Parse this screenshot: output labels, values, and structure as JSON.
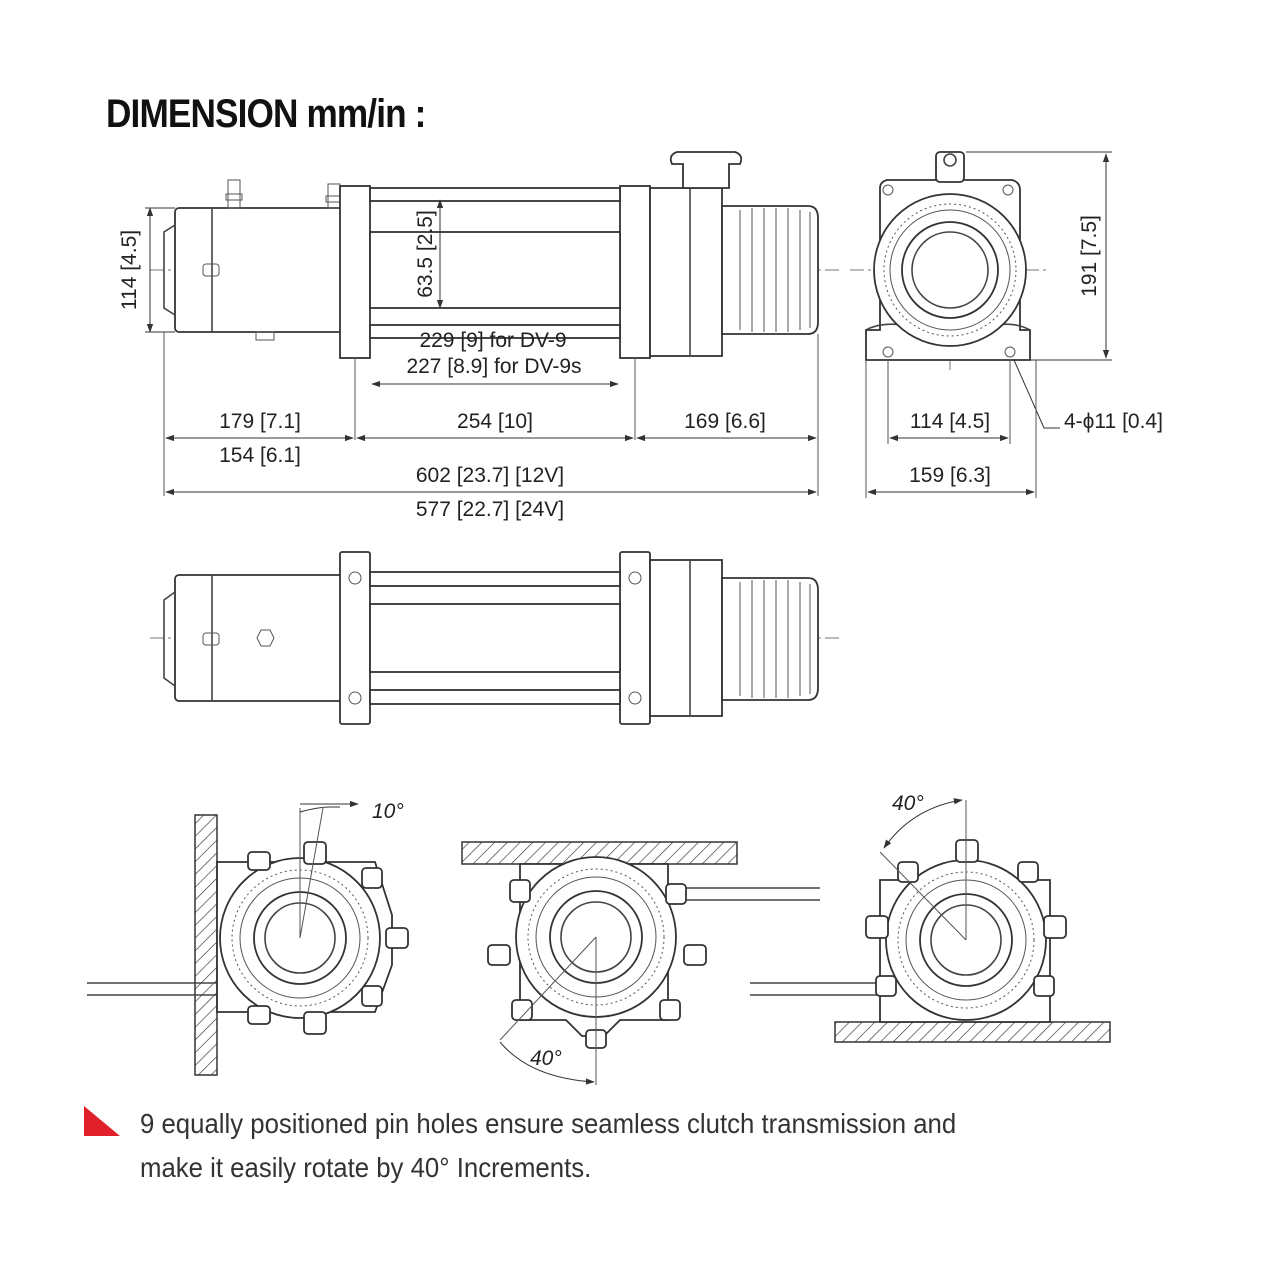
{
  "title": "DIMENSION mm/in :",
  "colors": {
    "accent": "#e0202a",
    "line": "#333333"
  },
  "side_view": {
    "height": "114 [4.5]",
    "drum_dia": "63.5 [2.5]",
    "rope_len_1": "229 [9] for DV-9",
    "rope_len_2": "227 [8.9] for DV-9s",
    "motor_len_a": "179 [7.1]",
    "motor_len_b": "154 [6.1]",
    "center_len": "254 [10]",
    "gear_len": "169 [6.6]",
    "total_12v": "602 [23.7] [12V]",
    "total_24v": "577 [22.7] [24V]"
  },
  "end_view": {
    "height": "191 [7.5]",
    "hole_spacing": "114 [4.5]",
    "holes": "4-ϕ11 [0.4]",
    "width": "159 [6.3]"
  },
  "rotation": {
    "angle_left": "10°",
    "angle_middle": "40°",
    "angle_right": "40°"
  },
  "note": {
    "marker_icon": "red-triangle-bullet-icon",
    "line1": "9 equally positioned pin holes ensure seamless clutch transmission and",
    "line2": "make it easily rotate by 40° Increments."
  }
}
